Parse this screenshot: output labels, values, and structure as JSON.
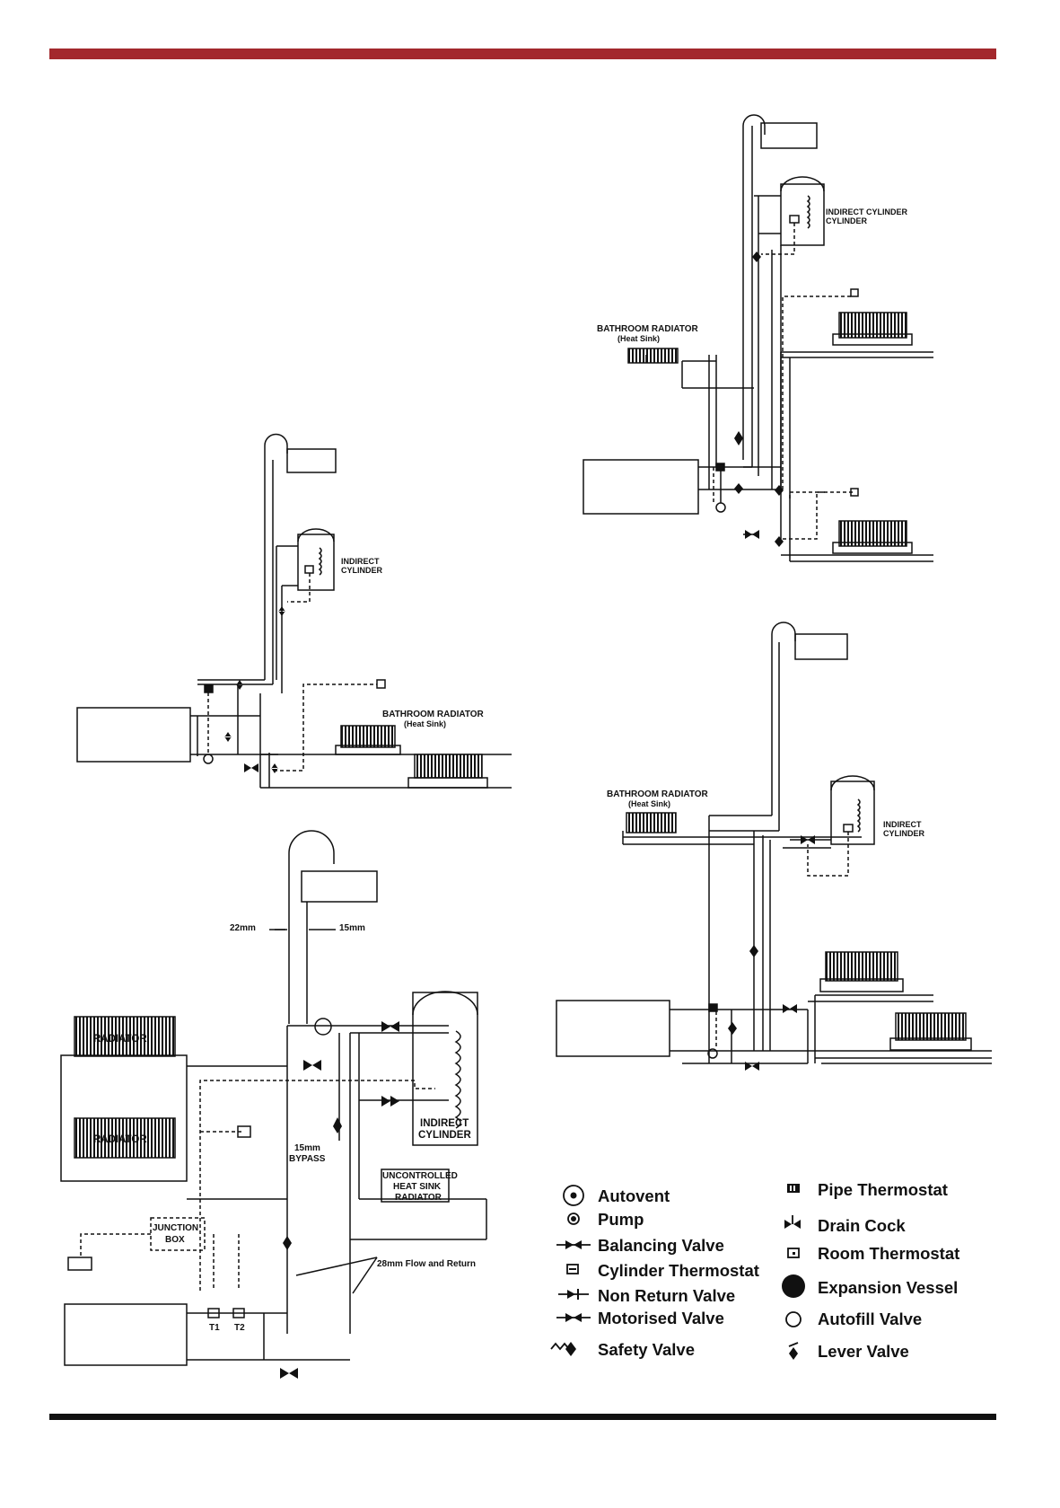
{
  "colors": {
    "top_bar": "#a3282d",
    "bottom_bar": "#111111",
    "line": "#111111"
  },
  "diagram_top_right": {
    "cylinder": "INDIRECT\nCYLINDER",
    "bathroom_radiator": "BATHROOM RADIATOR",
    "heat_sink": "(Heat Sink)"
  },
  "diagram_middle_left": {
    "cylinder": "INDIRECT\nCYLINDER",
    "bathroom_radiator": "BATHROOM RADIATOR",
    "heat_sink": "(Heat Sink)"
  },
  "diagram_bottom_right": {
    "cylinder": "INDIRECT\nCYLINDER",
    "bathroom_radiator": "BATHROOM RADIATOR",
    "heat_sink": "(Heat Sink)"
  },
  "diagram_bottom_left": {
    "pipe_22mm": "22mm",
    "pipe_15mm": "15mm",
    "radiator_1": "RADIATOR",
    "radiator_2": "RADIATOR",
    "cylinder": "INDIRECT\nCYLINDER",
    "bypass": "15mm\nBYPASS",
    "heat_sink_radiator": "UNCONTROLLED\nHEAT SINK\nRADIATOR",
    "junction_box": "JUNCTION\nBOX",
    "flow_return": "28mm Flow and Return",
    "t1": "T1",
    "t2": "T2"
  },
  "legend": {
    "left": [
      {
        "icon": "autovent-icon",
        "label": "Autovent"
      },
      {
        "icon": "pump-icon",
        "label": "Pump"
      },
      {
        "icon": "balancing-valve-icon",
        "label": "Balancing Valve"
      },
      {
        "icon": "cylinder-thermostat-icon",
        "label": "Cylinder Thermostat"
      },
      {
        "icon": "non-return-valve-icon",
        "label": "Non Return Valve"
      },
      {
        "icon": "motorised-valve-icon",
        "label": "Motorised Valve"
      },
      {
        "icon": "safety-valve-icon",
        "label": "Safety Valve"
      }
    ],
    "right": [
      {
        "icon": "pipe-thermostat-icon",
        "label": "Pipe Thermostat"
      },
      {
        "icon": "drain-cock-icon",
        "label": "Drain Cock"
      },
      {
        "icon": "room-thermostat-icon",
        "label": "Room Thermostat"
      },
      {
        "icon": "expansion-vessel-icon",
        "label": "Expansion Vessel"
      },
      {
        "icon": "autofill-valve-icon",
        "label": "Autofill Valve"
      },
      {
        "icon": "lever-valve-icon",
        "label": "Lever Valve"
      }
    ]
  }
}
